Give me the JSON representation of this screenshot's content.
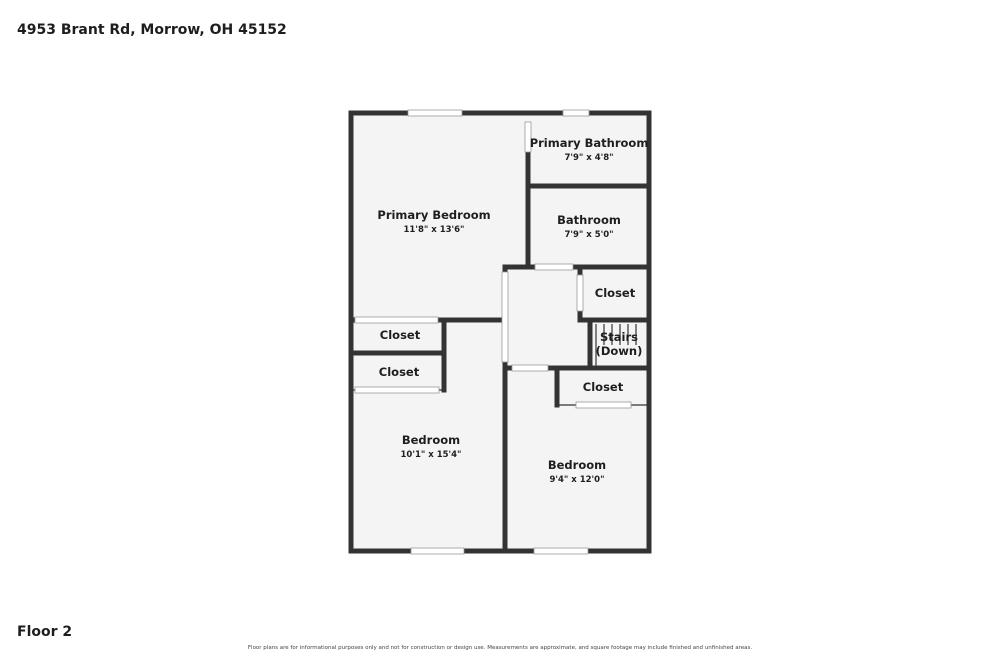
{
  "header": {
    "address": "4953 Brant Rd, Morrow, OH 45152"
  },
  "footer": {
    "floor": "Floor 2",
    "disclaimer": "Floor plans are for informational purposes only and not for construction or design use. Measurements are approximate, and square footage may include finished and unfinished areas."
  },
  "rooms": {
    "primary_bedroom": {
      "name": "Primary Bedroom",
      "dims": "11'8\" x 13'6\""
    },
    "primary_bathroom": {
      "name": "Primary Bathroom",
      "dims": "7'9\" x 4'8\""
    },
    "bathroom": {
      "name": "Bathroom",
      "dims": "7'9\" x 5'0\""
    },
    "closet_hall": {
      "name": "Closet"
    },
    "stairs": {
      "line1": "Stairs",
      "line2": "(Down)"
    },
    "closet_upper": {
      "name": "Closet"
    },
    "closet_lower": {
      "name": "Closet"
    },
    "closet_right": {
      "name": "Closet"
    },
    "bedroom_left": {
      "name": "Bedroom",
      "dims": "10'1\" x 15'4\""
    },
    "bedroom_right": {
      "name": "Bedroom",
      "dims": "9'4\" x 12'0\""
    }
  },
  "colors": {
    "wall": "#333333",
    "floor": "#f4f4f4",
    "window": "#ffffff"
  }
}
